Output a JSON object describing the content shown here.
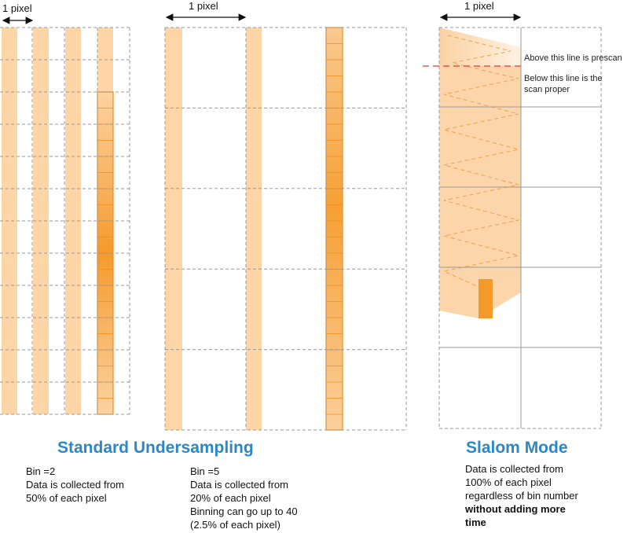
{
  "panels": {
    "bin2": {
      "pixel_label": "1 pixel"
    },
    "bin5": {
      "pixel_label": "1 pixel"
    },
    "slalom": {
      "pixel_label": "1 pixel",
      "prescan_note": "Above this line is prescan",
      "scan_note_line1": "Below this line is the",
      "scan_note_line2": "scan proper"
    }
  },
  "headings": {
    "standard": "Standard Undersampling",
    "slalom": "Slalom Mode"
  },
  "descriptions": {
    "bin2": [
      "Bin =2",
      "Data is collected from",
      "50% of each pixel"
    ],
    "bin5": [
      "Bin =5",
      "Data is collected from",
      "20% of each pixel",
      "Binning can go up to 40",
      "(2.5% of each pixel)"
    ],
    "slalom": {
      "lines": [
        "Data is collected from",
        "100% of each pixel",
        "regardless of bin number"
      ],
      "bold_lines": [
        "without adding more",
        "time"
      ]
    }
  },
  "colors": {
    "stripe": "#fdd5a6",
    "stripe_dark": "#f39a2a",
    "stripe_border": "#f08c1e",
    "grid": "#9a9a9a",
    "prescan_line": "#e53935",
    "heading": "#2a87c8"
  }
}
